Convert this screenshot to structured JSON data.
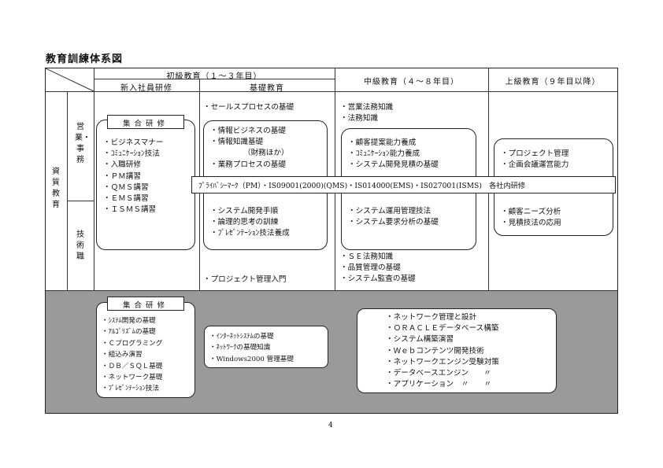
{
  "title": "教育訓練体系図",
  "header": {
    "beginner": "初級教育（１～３年目）",
    "new_employee": "新入社員研修",
    "basic": "基礎教育",
    "intermediate": "中級教育（４～８年目）",
    "advanced": "上級教育（９年目以降）"
  },
  "rows": {
    "qualification": "資質教育",
    "sales_admin": "営業・事務",
    "technical": "技術職"
  },
  "new_employee": {
    "tag": "集合研修",
    "items": [
      "・ビジネスマナー",
      "・ｺﾐｭﾆｹｰｼｮﾝ技法",
      "・入職研修",
      "・ＰＭ講習",
      "・ＱＭＳ講習",
      "・ＥＭＳ講習",
      "・ＩＳＭＳ講習"
    ]
  },
  "basic": {
    "top": "・セールスプロセスの基礎",
    "box_top": [
      "・情報ビジネスの基礎",
      "・情報知識基礎",
      "（財務ほか）",
      "・業務プロセスの基礎"
    ],
    "box_bottom": [
      "・システム開発手順",
      "・論理的思考の訓練",
      "・ﾌﾟﾚｾﾞﾝﾃｰｼｮﾝ技法養成"
    ],
    "bottom": "・プロジェクト管理入門"
  },
  "intermediate": {
    "top": [
      "・営業法務知識",
      "・法務知識"
    ],
    "box_top": [
      "・顧客提案能力養成",
      "・ｺﾐｭﾆｹｰｼｮﾝ能力養成",
      "・システム開発見積の基礎"
    ],
    "box_bottom": [
      "・システム運用管理技法",
      "・システム要求分析の基礎"
    ],
    "bottom": [
      "・ＳＥ法務知識",
      "・品質管理の基礎",
      "・システム監査の基礎"
    ]
  },
  "advanced": {
    "box_top": [
      "・プロジェクト管理",
      "・企画会議運営能力"
    ],
    "box_bottom": [
      "・顧客ニーズ分析",
      "・見積技法の応用"
    ]
  },
  "band": "ﾌﾟﾗｲﾊﾞｼｰﾏｰｸ（PM）・IS09001(2000)(QMS)・IS014000(EMS)・IS027001(ISMS)　各社内研修",
  "gray_section": {
    "tag": "集合研修",
    "box1": [
      "・ｼｽﾃﾑ開発の基礎",
      "・ｱﾙｺﾞﾘｽﾞﾑの基礎",
      "・Ｃプログラミング",
      "・組込み演習",
      "・ＤＢ／ＳＱＬ基礎",
      "・ネットワーク基礎",
      "・ﾌﾟﾚｾﾞﾝﾃｰｼｮﾝ技法"
    ],
    "box2": [
      "・ｲﾝﾀｰﾈｯﾄｼｽﾃﾑの基礎",
      "・ﾈｯﾄﾜｰｸの基礎知識",
      "・Windows2000 管理基礎"
    ],
    "box3": [
      "・ネットワーク管理と設計",
      "・ＯＲＡＣＬＥデータベース構築",
      "・システム構築演習",
      "・Ｗｅｂコンテンツ開発技術",
      "・ネットワークエンジン受験対策",
      "・データベースエンジン　　〃",
      "・アプリケーション　〃　　〃"
    ]
  },
  "page_number": "4"
}
